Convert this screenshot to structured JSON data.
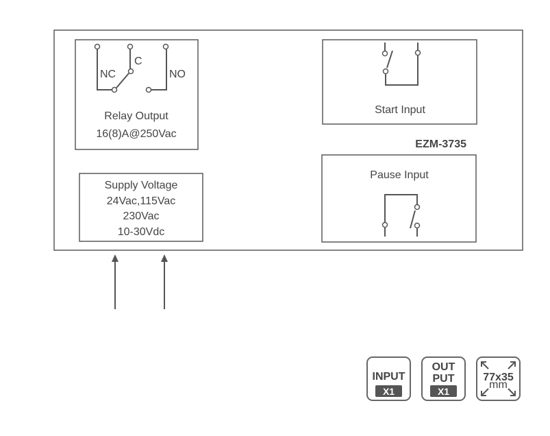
{
  "relay": {
    "nc": "NC",
    "c": "C",
    "no": "NO",
    "title": "Relay Output",
    "rating": "16(8)A@250Vac"
  },
  "supply": {
    "title": "Supply Voltage",
    "line1": "24Vac,115Vac",
    "line2": "230Vac",
    "line3": "10-30Vdc"
  },
  "start": {
    "title": "Start Input"
  },
  "pause": {
    "title": "Pause Input"
  },
  "model": "EZM-3735",
  "badges": {
    "input": {
      "label": "INPUT",
      "count": "X1"
    },
    "output": {
      "label1": "OUT",
      "label2": "PUT",
      "count": "X1"
    },
    "size": {
      "dims": "77x35",
      "unit": "mm"
    }
  },
  "colors": {
    "line": "#5a5a5a",
    "text": "#444444"
  }
}
